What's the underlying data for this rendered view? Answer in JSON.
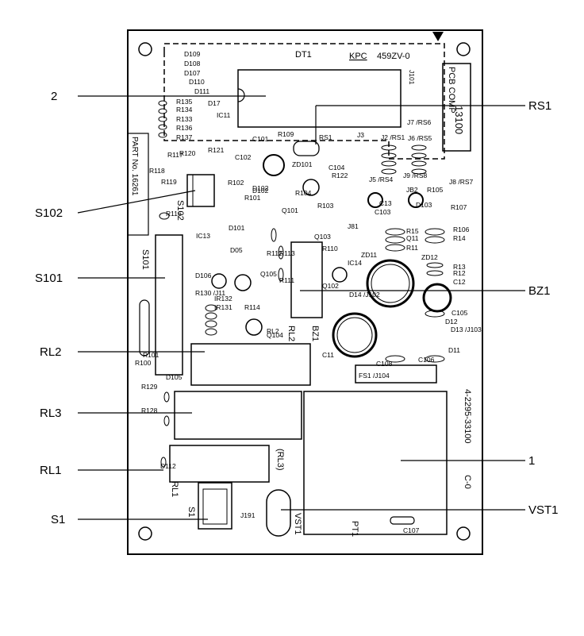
{
  "callouts": [
    {
      "id": "c-2",
      "label": "2"
    },
    {
      "id": "c-s102",
      "label": "S102"
    },
    {
      "id": "c-s101",
      "label": "S101"
    },
    {
      "id": "c-rl2",
      "label": "RL2"
    },
    {
      "id": "c-rl3",
      "label": "RL3"
    },
    {
      "id": "c-rl1",
      "label": "RL1"
    },
    {
      "id": "c-s1",
      "label": "S1"
    },
    {
      "id": "c-rs1",
      "label": "RS1"
    },
    {
      "id": "c-bz1",
      "label": "BZ1"
    },
    {
      "id": "c-1",
      "label": "1"
    },
    {
      "id": "c-vst1",
      "label": "VST1"
    }
  ],
  "board": {
    "dt1": "DT1",
    "kpc": "KPC",
    "model": "459ZV-0",
    "pcb_comp": "PCB COMP",
    "pcb_number": "13100",
    "part_no": "PART No. 16261",
    "board_no": "4-2295-33100",
    "revision": "C-0",
    "ic11": "IC11",
    "j101": "J101",
    "j104": "FS1 /J104",
    "pt1": "PT1",
    "vst1": "VST1",
    "rl1": "RL1",
    "rl3": "(RL3)",
    "rl2": "RL2",
    "bz1": "BZ1",
    "s1": "S1",
    "s101": "S101",
    "s102": "S102",
    "j191": "J191"
  },
  "refdes": [
    "D109",
    "D108",
    "D107",
    "D110",
    "D111",
    "R135",
    "R134",
    "R133",
    "R136",
    "R137",
    "D17",
    "R109",
    "RS1",
    "C101",
    "C102",
    "R102",
    "R101",
    "D102",
    "ZD101",
    "C104",
    "R122",
    "D101",
    "D102",
    "IC13",
    "D05",
    "D106",
    "R116",
    "R117",
    "R120",
    "R121",
    "R118",
    "R119",
    "R104",
    "R103",
    "Q101",
    "R112",
    "R113",
    "R111",
    "Q103",
    "J81",
    "R110",
    "Q102",
    "IC14",
    "ZD11",
    "ZD12",
    "D14 /J102",
    "Q11",
    "R15",
    "R11",
    "R106",
    "R14",
    "R13",
    "R12",
    "C12",
    "C103",
    "D103",
    "R107",
    "J3",
    "J2 /RS1",
    "J6 /RS5",
    "J7 /RS6",
    "J5 /RS4",
    "J9 /RS8",
    "J8 /RS7",
    "JB2",
    "C13",
    "R105",
    "C105",
    "D12",
    "D13 /J103",
    "D11",
    "C106",
    "C108",
    "C11",
    "C107",
    "IR132",
    "IR131",
    "R114",
    "Q104",
    "Q105",
    "R130 /J11",
    "R101",
    "D105",
    "R129",
    "R128",
    "D112",
    "R100",
    "RL2"
  ]
}
